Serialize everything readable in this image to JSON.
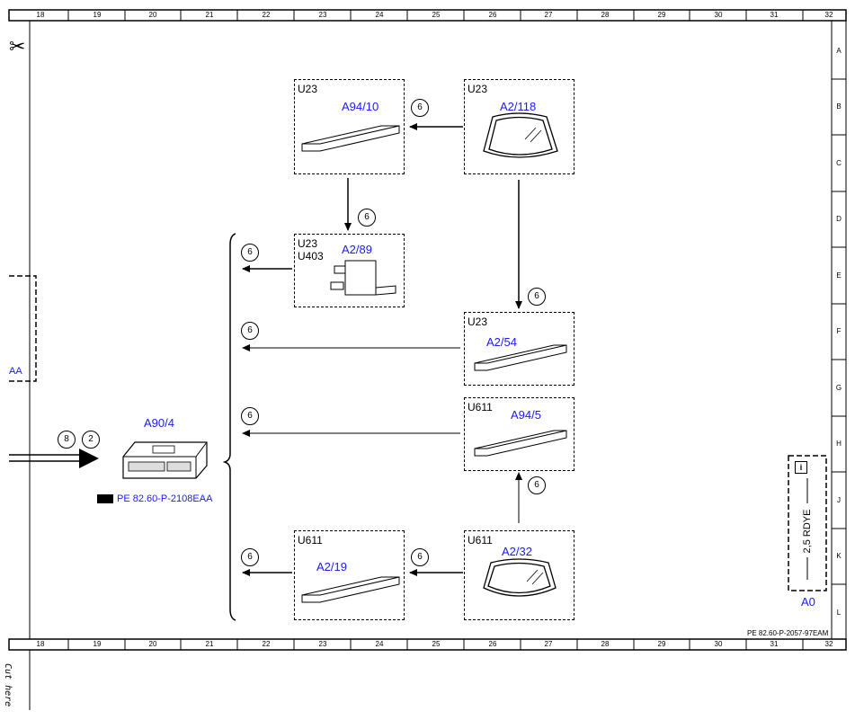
{
  "column_numbers": [
    "18",
    "19",
    "20",
    "21",
    "22",
    "23",
    "24",
    "25",
    "26",
    "27",
    "28",
    "29",
    "30",
    "31",
    "32"
  ],
  "row_letters": [
    "A",
    "B",
    "C",
    "D",
    "E",
    "F",
    "G",
    "H",
    "J",
    "K",
    "L"
  ],
  "components": [
    {
      "id": "box-a94-10",
      "module": "U23",
      "module2": "",
      "part": "A94/10"
    },
    {
      "id": "box-a2-118",
      "module": "U23",
      "module2": "",
      "part": "A2/118"
    },
    {
      "id": "box-a2-89",
      "module": "U23",
      "module2": "U403",
      "part": "A2/89"
    },
    {
      "id": "box-a2-54",
      "module": "U23",
      "module2": "",
      "part": "A2/54"
    },
    {
      "id": "box-a94-5",
      "module": "U611",
      "module2": "",
      "part": "A94/5"
    },
    {
      "id": "box-a2-19",
      "module": "U611",
      "module2": "",
      "part": "A2/19"
    },
    {
      "id": "box-a2-32",
      "module": "U611",
      "module2": "",
      "part": "A2/32"
    }
  ],
  "control_unit": {
    "part": "A90/4",
    "reference": "PE 82.60-P-2108EAA"
  },
  "left_box_label": "AA",
  "connector_numbers": {
    "six": "6",
    "eight": "8",
    "two": "2"
  },
  "legend": {
    "wire": "2,5 RDYE",
    "part": "A0",
    "icon": "i"
  },
  "doc_ref": "PE 82.60-P-2057-97EAM",
  "cut_here": "Cut here"
}
